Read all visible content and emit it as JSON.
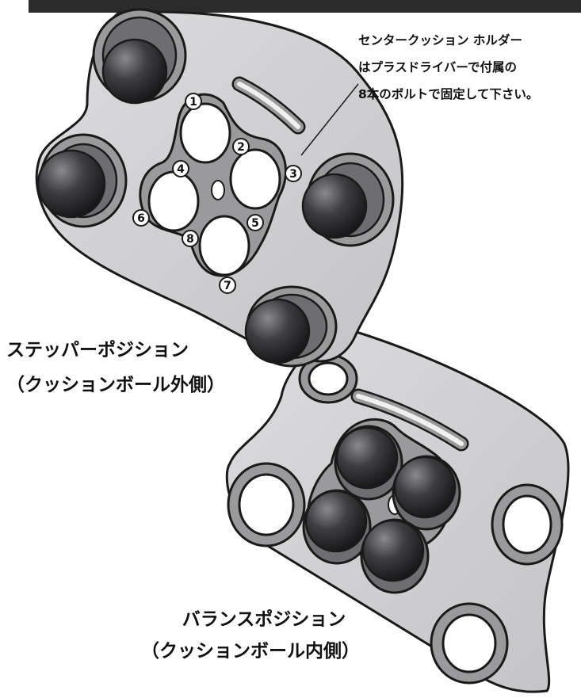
{
  "annotation": {
    "lines": [
      "センタークッション ホルダー",
      "はプラスドライバーで付属の",
      "8本のボルトで固定して下さい。"
    ]
  },
  "stepper_position": {
    "title": "ステッパーポジション",
    "subtitle": "（クッションボール外側）"
  },
  "balance_position": {
    "title": "バランスポジション",
    "subtitle": "（クッションボール内側）"
  },
  "bolt_numbers": [
    "1",
    "2",
    "3",
    "4",
    "5",
    "6",
    "7",
    "8"
  ],
  "colors": {
    "plate": "#cfcfd1",
    "outline": "#1a1a1a",
    "ball": "#3a3a3d",
    "ring": "#9a9a9c",
    "header_bar": "#2b2b2b"
  }
}
